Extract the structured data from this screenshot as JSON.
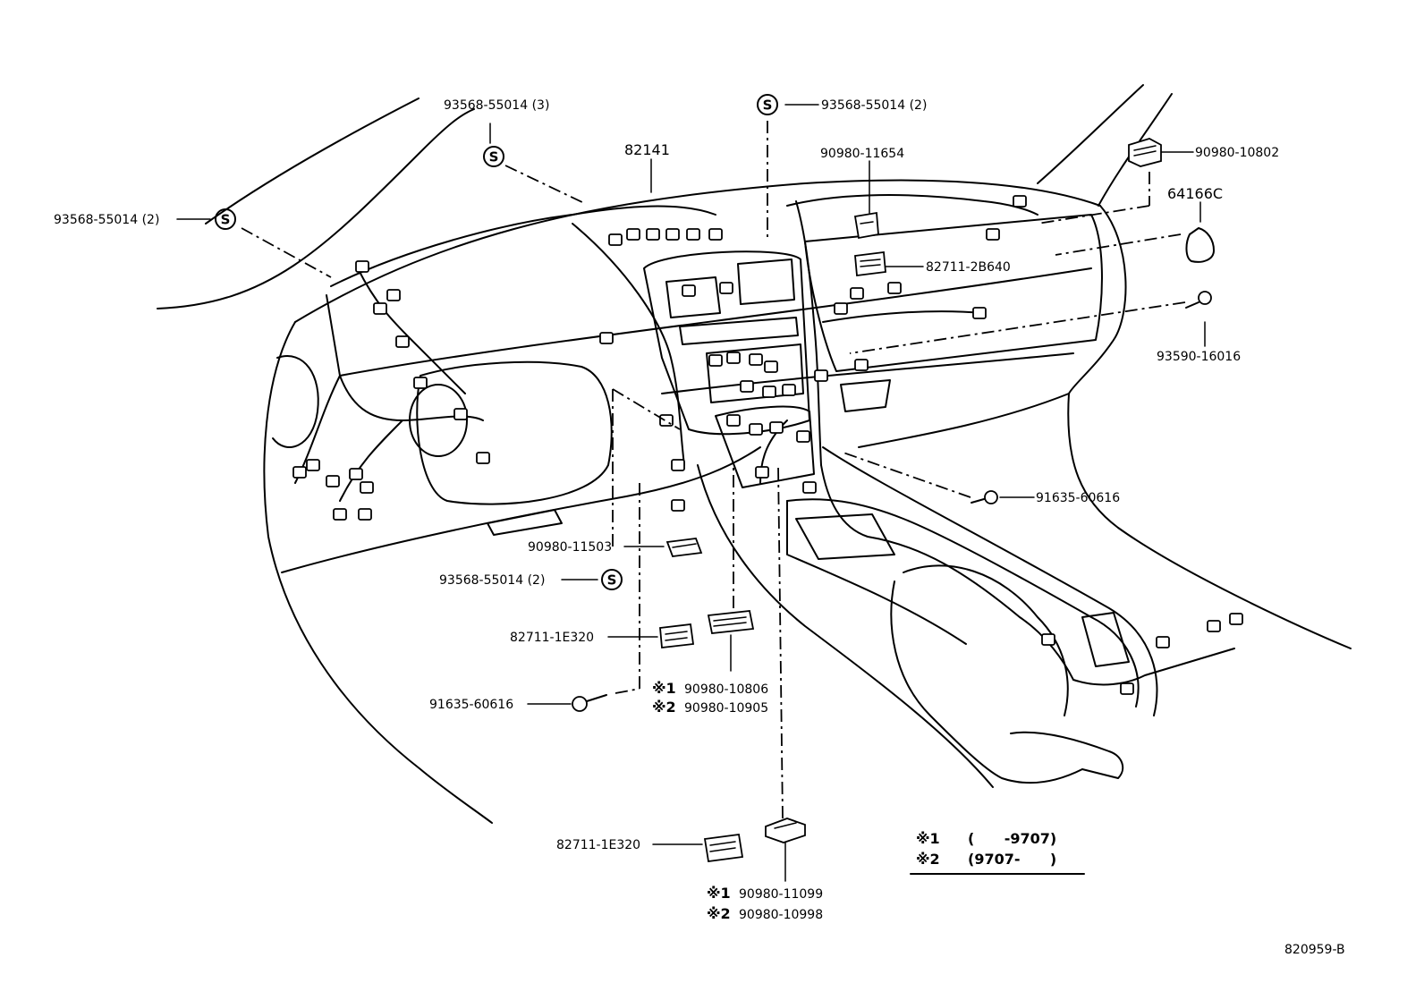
{
  "diagram": {
    "code": "820959-B",
    "s_symbol": "S",
    "labels": {
      "clip_top_left": "93568-55014 (3)",
      "clip_left": "93568-55014 (2)",
      "clip_top_center": "93568-55014 (2)",
      "clip_lower": "93568-55014 (2)",
      "harness_main": "82141",
      "connector_11654": "90980-11654",
      "connector_10802": "90980-10802",
      "part_64166c": "64166C",
      "connector_2b640": "82711-2B640",
      "bolt_16016": "93590-16016",
      "bolt_60616_right": "91635-60616",
      "connector_11503": "90980-11503",
      "connector_1e320_a": "82711-1E320",
      "bolt_60616_left": "91635-60616",
      "connector_1e320_b": "82711-1E320"
    },
    "variants": {
      "group_a": {
        "mark1": "※1",
        "part1": "90980-10806",
        "mark2": "※2",
        "part2": "90980-10905"
      },
      "group_b": {
        "mark1": "※1",
        "part1": "90980-11099",
        "mark2": "※2",
        "part2": "90980-10998"
      }
    },
    "legend": {
      "row1_mark": "※1",
      "row1_text": "(      -9707)",
      "row2_mark": "※2",
      "row2_text": "(9707-      )"
    }
  }
}
